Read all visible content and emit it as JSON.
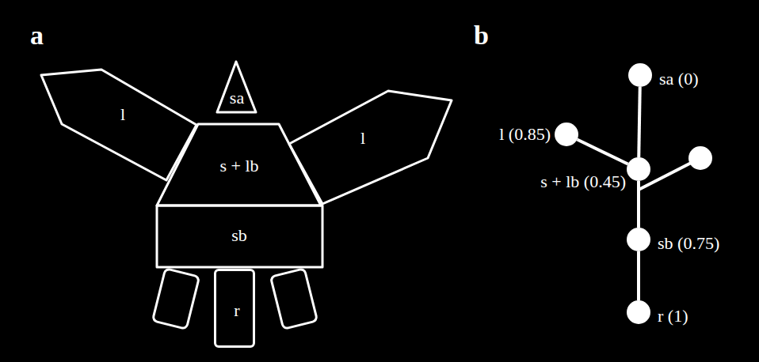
{
  "diagram": {
    "nodes": [
      {
        "text": [
          "l"
        ]
      },
      {
        "text": [
          "sa"
        ]
      },
      {
        "text": [
          "l"
        ]
      },
      {
        "text": [
          "s + lb"
        ]
      },
      {
        "text": [
          "sb"
        ]
      },
      {
        "text": [
          "r"
        ]
      },
      {
        "text": [
          "sa (0)"
        ]
      },
      {
        "text": [
          "l (0.85)"
        ]
      },
      {
        "text": [
          "s + lb (0.45)"
        ]
      },
      {
        "text": [
          "sb (0.75)"
        ]
      },
      {
        "text": [
          "r (1)"
        ]
      }
    ],
    "edges": [
      {
        "from": 6,
        "to": 8,
        "arrow": "none"
      },
      {
        "from": 7,
        "to": 8,
        "arrow": "none"
      },
      {
        "from": 8,
        "to": 9,
        "arrow": "none"
      },
      {
        "from": 9,
        "to": 10,
        "arrow": "none"
      }
    ],
    "labels": [
      "a",
      "b"
    ]
  }
}
